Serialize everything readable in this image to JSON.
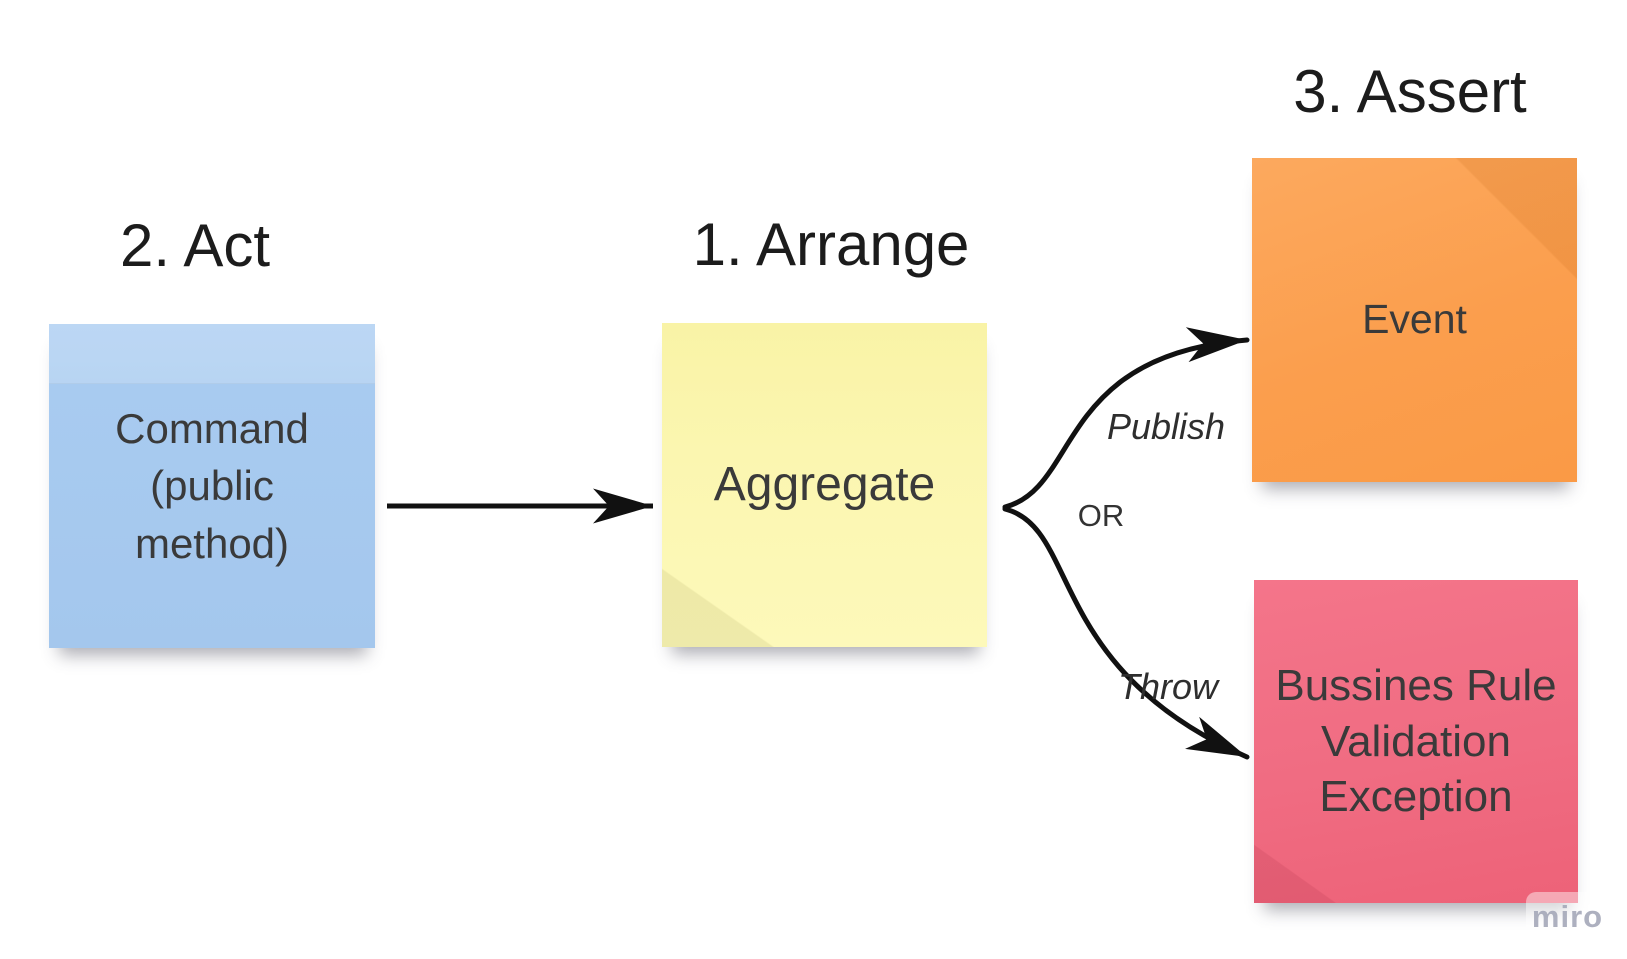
{
  "app": {
    "watermark": "miro"
  },
  "diagram": {
    "headings": {
      "arrange": "1. Arrange",
      "act": "2. Act",
      "assert": "3. Assert"
    },
    "notes": {
      "command": {
        "text": "Command (public method)",
        "color": "#a6c9ee"
      },
      "aggregate": {
        "text": "Aggregate",
        "color": "#fbf5ad"
      },
      "event": {
        "text": "Event",
        "color": "#fb9e4d"
      },
      "exception": {
        "text": "Bussines Rule Validation Exception",
        "color": "#f06c82"
      }
    },
    "connectors": {
      "line_color": "#111111",
      "command_to_aggregate": {
        "from": "command",
        "to": "aggregate",
        "label": ""
      },
      "aggregate_to_event": {
        "from": "aggregate",
        "to": "event",
        "label": "Publish"
      },
      "aggregate_to_exception": {
        "from": "aggregate",
        "to": "exception",
        "label": "Throw"
      },
      "or_label": "OR"
    }
  }
}
